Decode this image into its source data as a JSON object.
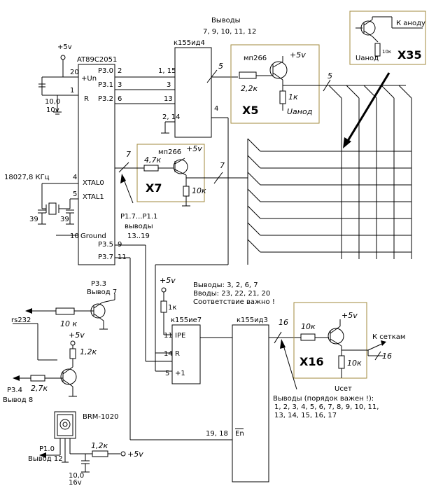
{
  "mcu": {
    "name": "AT89C2051",
    "vcc": "+Un",
    "reset": "R",
    "gnd": "Ground",
    "xtal0": "XTAL0",
    "xtal1": "XTAL1",
    "pin_20": "20",
    "pin_1": "1",
    "pin_4": "4",
    "pin_5": "5",
    "pin_10": "10",
    "p30": "P3.0",
    "p31": "P3.1",
    "p32": "P3.2",
    "p35": "P3.5",
    "p37": "P3.7",
    "n2": "2",
    "n3": "3",
    "n6": "6",
    "n9": "9",
    "n11": "11"
  },
  "power": {
    "plus5v": "+5v"
  },
  "reset_cap": {
    "value": "10,0",
    "voltage": "10v"
  },
  "crystal": {
    "freq": "18027,8 КГц",
    "c1": "39",
    "c2": "39"
  },
  "dec1": {
    "name": "к155ид4",
    "outputs_title": "Выводы",
    "outputs_list": "7, 9, 10, 11, 12",
    "in1": "1, 15",
    "in2": "3",
    "in3": "13",
    "in4": "2, 14",
    "in5": "4",
    "bus": "5"
  },
  "x5": {
    "label": "X5",
    "transistor": "мп266",
    "r_base": "2,2к",
    "r_load": "1к",
    "supply": "+5v",
    "output": "Uанод",
    "bus": "5"
  },
  "x35": {
    "label": "X35",
    "to_anode": "К аноду",
    "r": "10к",
    "uanode": "Uанод"
  },
  "x7": {
    "label": "X7",
    "transistor": "мп266",
    "r_base": "4,7к",
    "r_load": "10к",
    "supply": "+5v",
    "bus_in": "7",
    "bus_out": "7"
  },
  "port1_note": {
    "line1": "P1.7...P1.1",
    "line2": "выводы",
    "line3": "13..19"
  },
  "counter": {
    "name": "к155ие7",
    "note1": "Выводы: 3, 2, 6, 7",
    "note2": "Вводы: 23, 22, 21, 20",
    "note3": "Соответствие важно !",
    "r_pullup": "1к",
    "pin_ipe": "IPE",
    "pin_r": "R",
    "pin_p1": "+1",
    "n11": "11",
    "n14": "14",
    "n5": "5"
  },
  "dec2": {
    "name": "к155ид3",
    "bus": "16",
    "en_pins": "19, 18",
    "en": "En",
    "outputs_title": "Выводы (порядок важен !):",
    "outputs_l1": "1, 2, 3, 4, 5, 6, 7, 8, 9, 10, 11,",
    "outputs_l2": "13, 14, 15, 16, 17"
  },
  "x16": {
    "label": "X16",
    "r_base": "10к",
    "r_load": "10к",
    "supply": "+5v",
    "to_grids": "К сеткам",
    "bus": "16",
    "output": "Uсет"
  },
  "rs232": {
    "label": "rs232",
    "p33": "P3.3",
    "p33_pin": "Вывод 7",
    "r1": "10 к",
    "r2": "1,2к",
    "r3": "2,7к",
    "p34": "P3.4",
    "p34_pin": "Вывод 8",
    "supply": "+5v"
  },
  "brm": {
    "name": "BRM-1020",
    "p10": "P1.0",
    "p10_pin": "Вывод 12",
    "r": "1,2к",
    "supply": "+5v",
    "cap": "10,0",
    "cap_v": "16v"
  }
}
